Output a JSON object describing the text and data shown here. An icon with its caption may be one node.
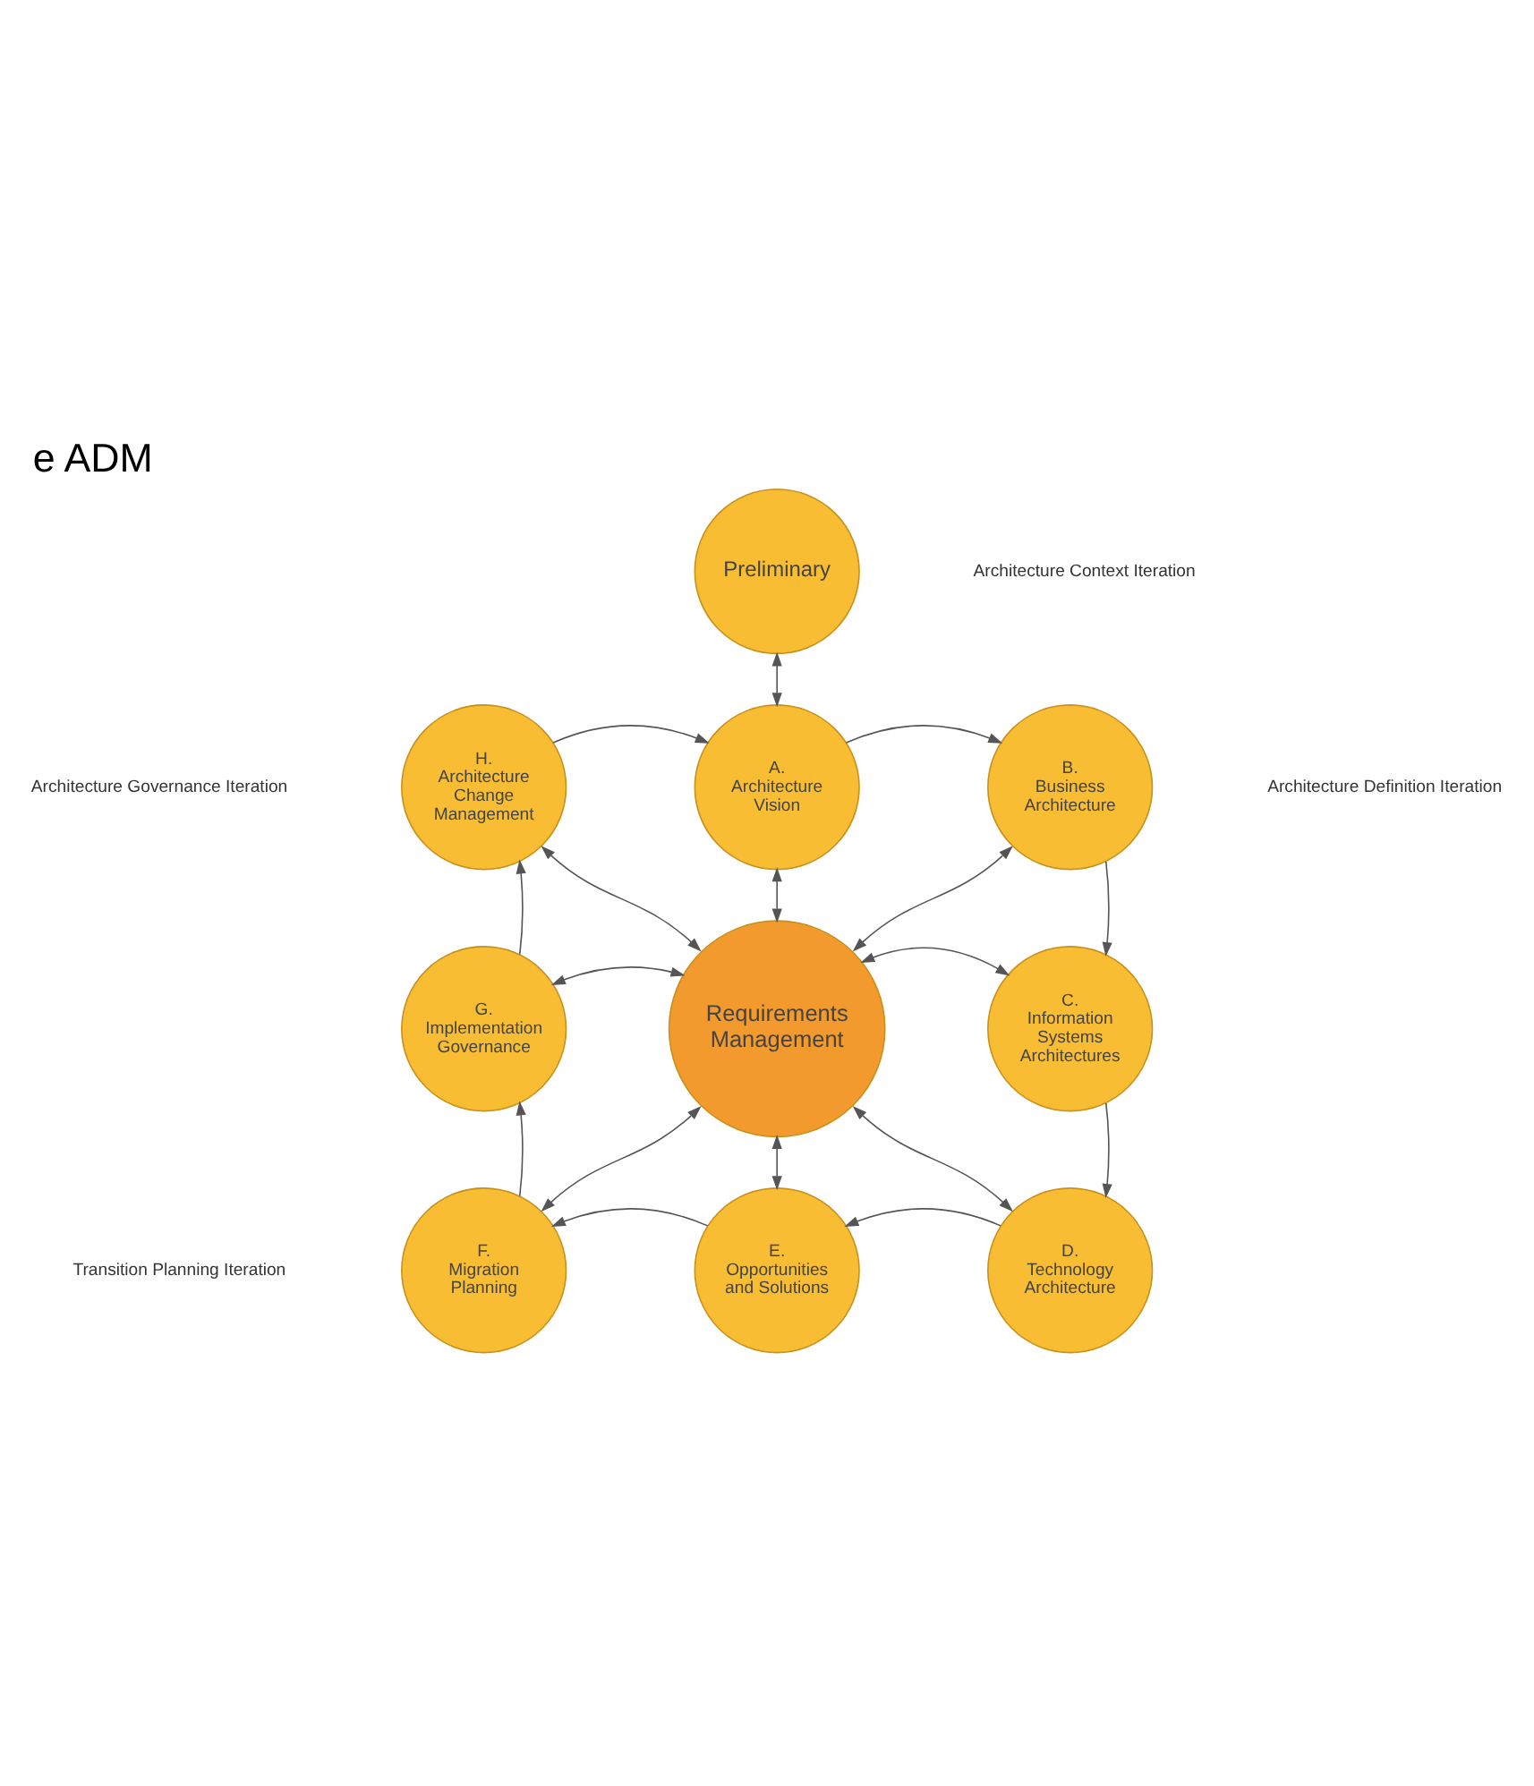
{
  "diagram": {
    "title": "e ADM",
    "nodes": [
      {
        "text": [
          "Preliminary"
        ]
      },
      {
        "text": [
          "A.",
          "Architecture Vision"
        ]
      },
      {
        "text": [
          "B.",
          "Business Architecture"
        ]
      },
      {
        "text": [
          "C.",
          "Information Systems Architectures"
        ]
      },
      {
        "text": [
          "D.",
          "Technology Architecture"
        ]
      },
      {
        "text": [
          "E.",
          "Opportunities and Solutions"
        ]
      },
      {
        "text": [
          "F.",
          "Migration Planning"
        ]
      },
      {
        "text": [
          "G.",
          "Implementation Governance"
        ]
      },
      {
        "text": [
          "H.",
          "Architecture Change Management"
        ]
      },
      {
        "text": [
          "Requirements Management"
        ]
      }
    ],
    "edges": [
      {
        "from": 0,
        "to": 1,
        "arrow": "both"
      },
      {
        "from": 1,
        "to": 2,
        "arrow": "to"
      },
      {
        "from": 2,
        "to": 3,
        "arrow": "to"
      },
      {
        "from": 3,
        "to": 4,
        "arrow": "to"
      },
      {
        "from": 4,
        "to": 5,
        "arrow": "to"
      },
      {
        "from": 5,
        "to": 6,
        "arrow": "to"
      },
      {
        "from": 6,
        "to": 7,
        "arrow": "to"
      },
      {
        "from": 7,
        "to": 8,
        "arrow": "to"
      },
      {
        "from": 8,
        "to": 1,
        "arrow": "to"
      },
      {
        "from": 9,
        "to": 1,
        "arrow": "both"
      },
      {
        "from": 9,
        "to": 2,
        "arrow": "both"
      },
      {
        "from": 9,
        "to": 3,
        "arrow": "both"
      },
      {
        "from": 9,
        "to": 4,
        "arrow": "both"
      },
      {
        "from": 9,
        "to": 5,
        "arrow": "both"
      },
      {
        "from": 9,
        "to": 6,
        "arrow": "both"
      },
      {
        "from": 9,
        "to": 7,
        "arrow": "both"
      },
      {
        "from": 9,
        "to": 8,
        "arrow": "both"
      }
    ],
    "labels": [
      "Architecture Context Iteration",
      "Architecture Definition Iteration",
      "Architecture Governance Iteration",
      "Transition Planning Iteration"
    ]
  }
}
